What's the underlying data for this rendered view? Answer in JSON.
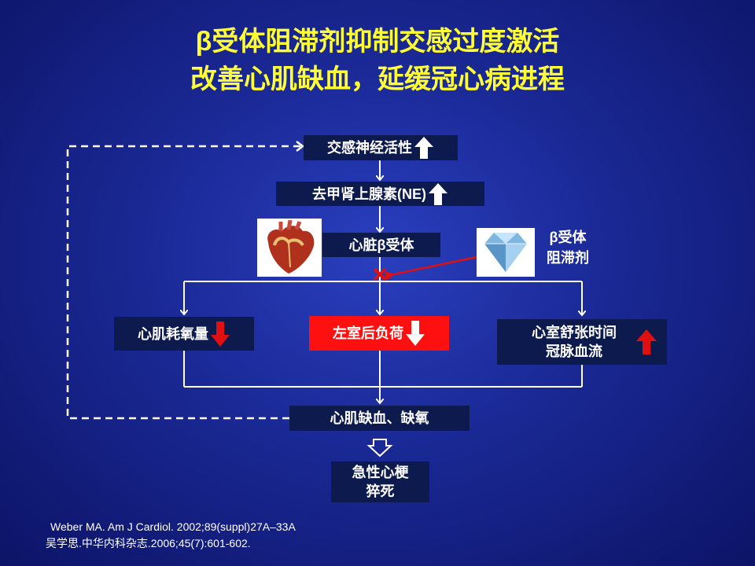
{
  "title": {
    "line1": "β受体阻滞剂抑制交感过度激活",
    "line2": "改善心肌缺血，延缓冠心病进程"
  },
  "nodes": {
    "sympathetic": "交感神经活性",
    "ne": "去甲肾上腺素(NE)",
    "receptor": "心脏β受体",
    "oxygen": "心肌耗氧量",
    "afterload": "左室后负荷",
    "diastole_line1": "心室舒张时间",
    "diastole_line2": "冠脉血流",
    "ischemia": "心肌缺血、缺氧",
    "mi_line1": "急性心梗",
    "mi_line2": "猝死"
  },
  "blocker": {
    "line1": "β受体",
    "line2": "阻滞剂"
  },
  "references": [
    "Weber MA. Am J Cardiol. 2002;89(suppl)27A–33A",
    "吴学思.中华内科杂志.2006;45(7):601-602."
  ],
  "colors": {
    "title": "#ffff33",
    "box": "#0c1a4e",
    "highlight": "#ff1010",
    "arrow_up": "#ffffff",
    "arrow_down_red": "#e01010",
    "arrow_up_red": "#e01010",
    "blocker_arrow": "#e01010"
  },
  "icons": {
    "heart": "heart-image",
    "diamond": "diamond-image",
    "block": "x-mark-icon"
  }
}
